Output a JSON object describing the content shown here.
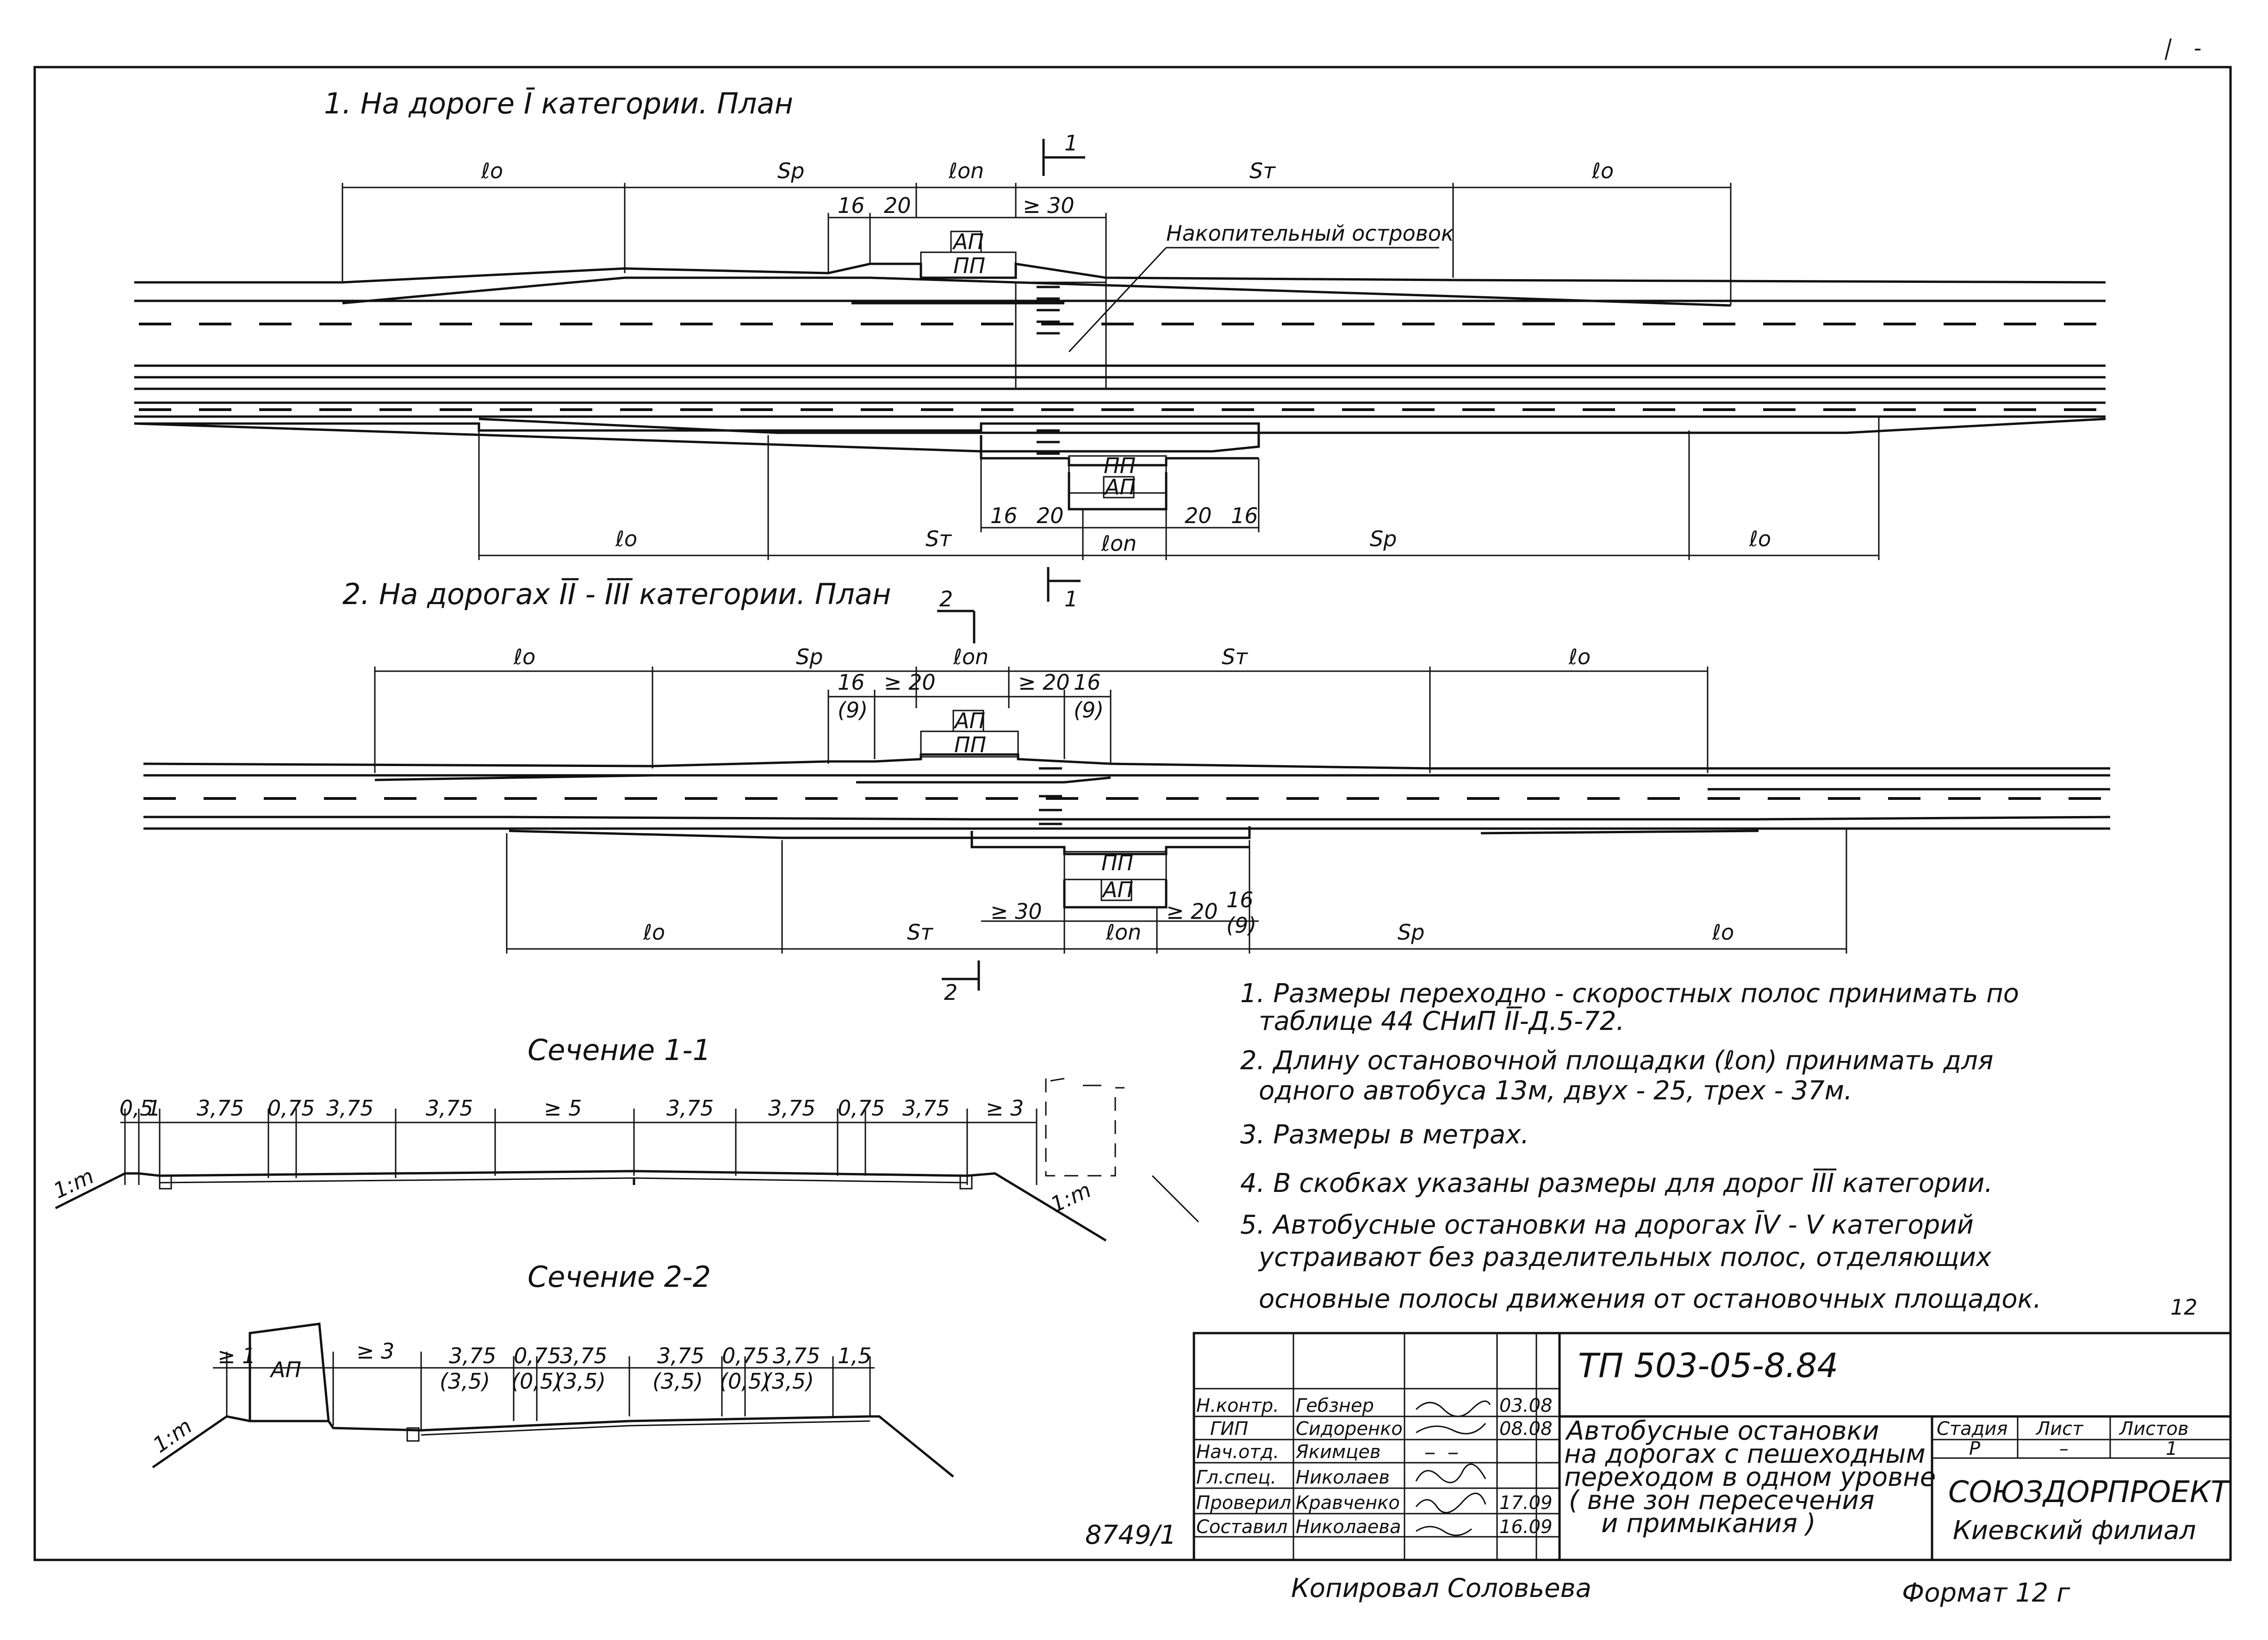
{
  "sheet_mark_top": "⎸ -",
  "plan1": {
    "title": "1. На дороге Ī категории. План",
    "dims_top": [
      "ℓo",
      "Sр",
      "ℓon",
      "Sт",
      "ℓo"
    ],
    "small_top": [
      "16",
      "20",
      "≥ 30"
    ],
    "island_label": "Накопительный островок",
    "ap": "АП",
    "pp": "ПП",
    "dims_bottom": [
      "ℓo",
      "Sт",
      "ℓon",
      "Sр",
      "ℓo"
    ],
    "small_bottom": [
      "16",
      "20",
      "20",
      "16"
    ],
    "section_mark": "1"
  },
  "plan2": {
    "title": "2. На дорогах ĪĪ - ĪĪĪ категории. План",
    "dims_top": [
      "ℓo",
      "Sр",
      "ℓon",
      "Sт",
      "ℓo"
    ],
    "small_top": [
      "16",
      "(9)",
      "≥ 20",
      "≥ 20",
      "16",
      "(9)"
    ],
    "ap": "АП",
    "pp": "ПП",
    "dims_bottom": [
      "ℓo",
      "Sт",
      "ℓon",
      "Sр",
      "ℓo"
    ],
    "small_bottom": [
      "≥ 30",
      "≥ 20",
      "16",
      "(9)"
    ],
    "section_mark": "2"
  },
  "section1": {
    "title": "Сечение 1-1",
    "dims": [
      "0,5",
      "1",
      "3,75",
      "0,75",
      "3,75",
      "3,75",
      "≥ 5",
      "3,75",
      "3,75",
      "0,75",
      "3,75",
      "≥ 3"
    ],
    "slope": "1:m",
    "slope_left": "1:m"
  },
  "section2": {
    "title": "Сечение 2-2",
    "ap": "АП",
    "dims": [
      "≥ 1",
      "≥ 3",
      "3,75",
      "0,75",
      "3,75",
      "3,75",
      "0,75",
      "3,75",
      "1,5"
    ],
    "dims_alt": [
      "(3,5)",
      "(0,5)",
      "(3,5)",
      "(3,5)",
      "(0,5)",
      "(3,5)"
    ],
    "slope": "1:m"
  },
  "notes": [
    "1. Размеры переходно - скоростных полос принимать по",
    "таблице 44 СНиП ĪĪ-Д.5-72.",
    "2. Длину остановочной площадки (ℓon) принимать для",
    "одного автобуса 13м, двух - 25, трех - 37м.",
    "3. Размеры в метрах.",
    "4. В скобках указаны размеры для дорог ĪĪĪ категории.",
    "5. Автобусные остановки на дорогах ĪV - V категорий",
    "устраивают без разделительных полос, отделяющих",
    "основные полосы движения от остановочных площадок."
  ],
  "stamp": {
    "code": "ТП 503-05-8.84",
    "title": [
      "Автобусные остановки",
      "на дорогах с пешеходным",
      "переходом в одном уровне",
      "( вне зон пересечения",
      "и примыкания )"
    ],
    "roles": [
      "Н.контр.",
      "ГИП",
      "Нач.отд.",
      "Гл.спец.",
      "Проверил",
      "Составил"
    ],
    "names": [
      "Гебзнер",
      "Сидоренко",
      "Якимцев",
      "Николаев",
      "Кравченко",
      "Николаева"
    ],
    "dates": [
      "03.08",
      "08.08",
      "",
      "",
      "17.09",
      "16.09"
    ],
    "stage_header": "Стадия",
    "sheet_header": "Лист",
    "sheets_header": "Листов",
    "stage": "Р",
    "sheet": "–",
    "sheets": "1",
    "org": "СОЮЗДОРПРОЕКТ",
    "branch": "Киевский филиал"
  },
  "inv_number": "8749/1",
  "page_mark": "12",
  "copied": "Копировал   Соловьева",
  "format": "Формат   12 г"
}
